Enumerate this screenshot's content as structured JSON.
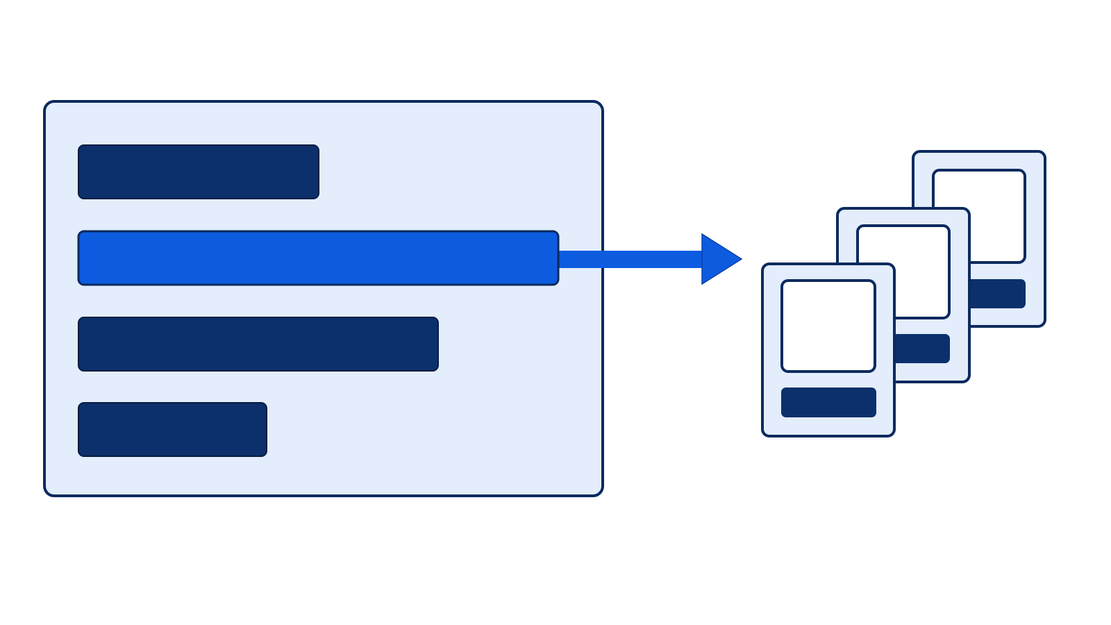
{
  "colors": {
    "background": "#ffffff",
    "panel_fill": "#e3edfb",
    "outline": "#0b2a5e",
    "bar": "#0b306b",
    "highlight": "#0d5ce0",
    "card_inner": "#ffffff"
  },
  "list_panel": {
    "rows": [
      {
        "state": "normal"
      },
      {
        "state": "selected"
      },
      {
        "state": "normal"
      },
      {
        "state": "normal"
      }
    ]
  },
  "arrow": {
    "direction": "right"
  },
  "card_stack": {
    "cards": [
      {
        "layer": "back"
      },
      {
        "layer": "middle"
      },
      {
        "layer": "front"
      }
    ]
  }
}
